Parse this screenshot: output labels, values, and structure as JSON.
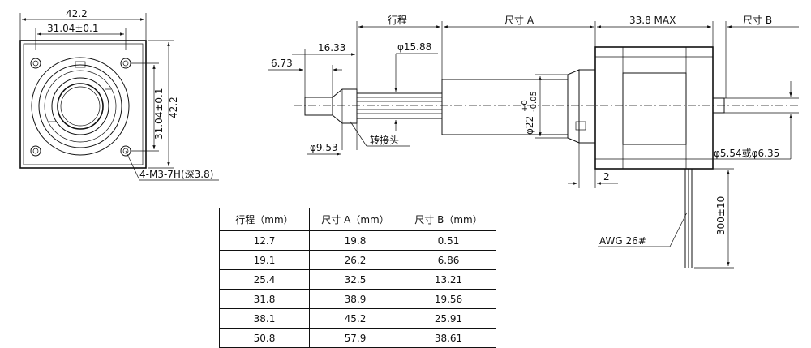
{
  "front_view": {
    "dim_width": "42.2",
    "dim_hole_spacing_top": "31.04±0.1",
    "dim_hole_spacing_side": "31.04±0.1",
    "dim_height": "42.2",
    "holes_note": "4-M3-7H(深3.8)"
  },
  "side_view": {
    "dim_stroke": "行程",
    "dim_size_a": "尺寸 A",
    "dim_body_len": "33.8 MAX",
    "dim_size_b": "尺寸 B",
    "dim_16": "16.33",
    "dim_673": "6.73",
    "dim_phi1588": "φ15.88",
    "dim_phi22": "φ22",
    "dim_phi22_tol_upper": "+0",
    "dim_phi22_tol_lower": "-0.05",
    "dim_phi953": "φ9.53",
    "adapter_label": "转接头",
    "dim_2": "2",
    "dim_shaft": "φ5.54或φ6.35",
    "dim_lead_len": "300±10",
    "wire_label": "AWG 26#"
  },
  "table": {
    "headers": [
      "行程（mm）",
      "尺寸 A（mm）",
      "尺寸 B（mm）"
    ],
    "rows": [
      [
        "12.7",
        "19.8",
        "0.51"
      ],
      [
        "19.1",
        "26.2",
        "6.86"
      ],
      [
        "25.4",
        "32.5",
        "13.21"
      ],
      [
        "31.8",
        "38.9",
        "19.56"
      ],
      [
        "38.1",
        "45.2",
        "25.91"
      ],
      [
        "50.8",
        "57.9",
        "38.61"
      ]
    ]
  }
}
